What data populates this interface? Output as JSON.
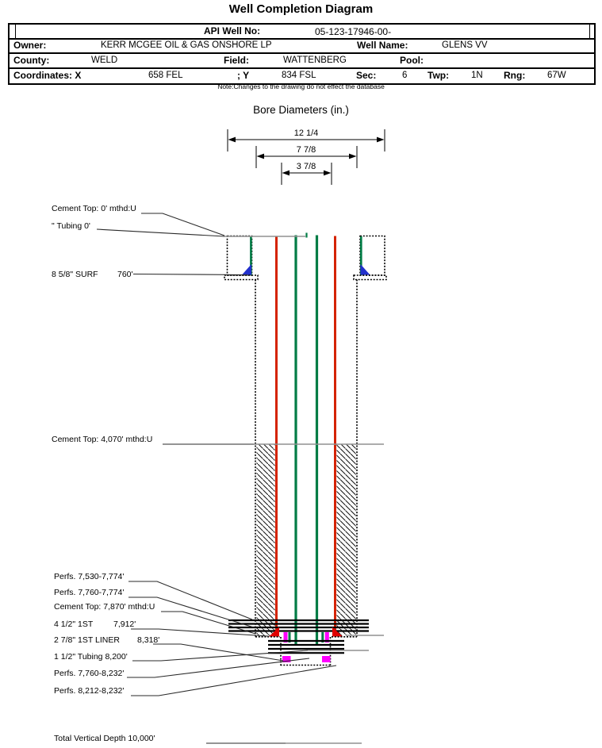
{
  "window_title": "Well Completion Diagram",
  "header": {
    "api_label": "API Well No:",
    "api_value": "05-123-17946-00-",
    "owner_label": "Owner:",
    "owner_value": "KERR MCGEE OIL & GAS ONSHORE LP",
    "well_name_label": "Well Name:",
    "well_name_value": "GLENS VV",
    "county_label": "County:",
    "county_value": "WELD",
    "field_label": "Field:",
    "field_value": "WATTENBERG",
    "pool_label": "Pool:",
    "pool_value": "",
    "coords_label": "Coordinates: X",
    "coords_x": "658 FEL",
    "y_label": "; Y",
    "coords_y": "834 FSL",
    "sec_label": "Sec:",
    "sec_value": "6",
    "twp_label": "Twp:",
    "twp_value": "1N",
    "rng_label": "Rng:",
    "rng_value": "67W"
  },
  "note": "Note:Changes to the drawing do not effect the database",
  "bore": {
    "title": "Bore Diameters (in.)",
    "d1": "12 1/4",
    "d2": "7 7/8",
    "d3": "3 7/8"
  },
  "labels": {
    "cement_top_0": "Cement Top: 0' mthd:U",
    "tubing_top": "\" Tubing 0'",
    "surf_casing": "8 5/8\" SURF",
    "surf_depth": "760'",
    "cement_top_4070": "Cement Top: 4,070' mthd:U",
    "perfs_1": "Perfs. 7,530-7,774'",
    "perfs_2": "Perfs. 7,760-7,774'",
    "cement_top_7870": "Cement Top: 7,870' mthd:U",
    "casing_1st": "4 1/2\" 1ST",
    "casing_1st_depth": "7,912'",
    "liner_1st": "2 7/8\" 1ST LINER",
    "liner_1st_depth": "8,318'",
    "tubing_depth": "1 1/2\" Tubing 8,200'",
    "perfs_3": "Perfs. 7,760-8,232'",
    "perfs_4": "Perfs. 8,212-8,232'",
    "tvd": "Total Vertical Depth 10,000'"
  },
  "colors": {
    "casing_red": "#d42300",
    "tubing_green": "#007c45",
    "shoe_red": "#e00000",
    "shoe_blue": "#2230cc",
    "packer_magenta": "#ff00ff",
    "leader_gray": "#909090"
  }
}
